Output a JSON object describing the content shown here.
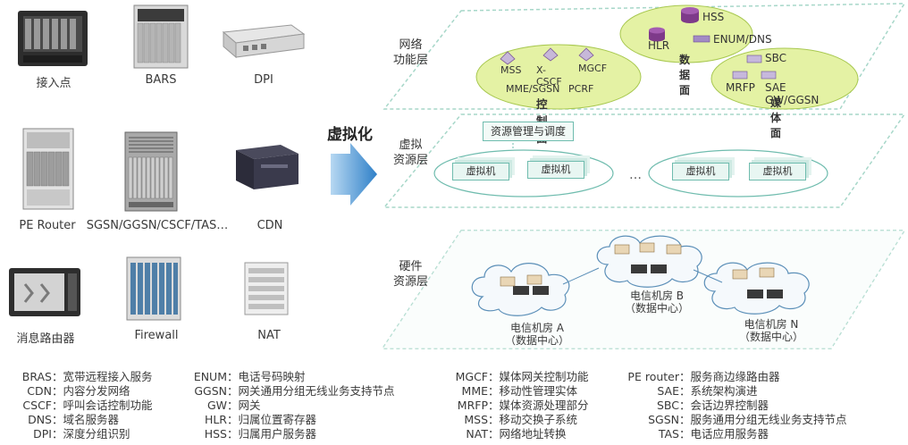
{
  "devices": [
    {
      "label": "接入点",
      "icon": "access-point-server"
    },
    {
      "label": "BARS",
      "icon": "bars-chassis"
    },
    {
      "label": "DPI",
      "icon": "dpi-appliance"
    },
    {
      "label": "PE Router",
      "icon": "router-chassis"
    },
    {
      "label": "SGSN/GGSN/CSCF/TAS…",
      "icon": "telecom-rack"
    },
    {
      "label": "CDN",
      "icon": "cdn-server"
    },
    {
      "label": "消息路由器",
      "icon": "message-router"
    },
    {
      "label": "Firewall",
      "icon": "firewall-rack"
    },
    {
      "label": "NAT",
      "icon": "nat-appliance"
    }
  ],
  "virtualization": {
    "label": "虚拟化"
  },
  "layers": {
    "network": {
      "label": "网络\n功能层",
      "control_plane": {
        "title": "控制面",
        "items": [
          "MSS",
          "X-CSCF",
          "MGCF",
          "MME/SGSN",
          "PCRF"
        ]
      },
      "data_plane": {
        "title": "数据面",
        "items": [
          "HSS",
          "HLR",
          "ENUM/DNS"
        ]
      },
      "media_plane": {
        "title": "媒体面",
        "items": [
          "SBC",
          "MRFP",
          "SAE GW/GGSN"
        ]
      }
    },
    "virtual": {
      "label": "虚拟\n资源层",
      "resource_mgmt": "资源管理与调度",
      "vm_label": "虚拟机",
      "ellipsis": "…"
    },
    "hardware": {
      "label": "硬件\n资源层",
      "rooms": [
        {
          "name": "电信机房 A",
          "sub": "（数据中心）"
        },
        {
          "name": "电信机房 B",
          "sub": "（数据中心）"
        },
        {
          "name": "电信机房 N",
          "sub": "（数据中心）"
        }
      ]
    }
  },
  "glossary": [
    [
      {
        "abbr": "BRAS",
        "desc": "宽带远程接入服务"
      },
      {
        "abbr": "CDN",
        "desc": "内容分发网络"
      },
      {
        "abbr": "CSCF",
        "desc": "呼叫会话控制功能"
      },
      {
        "abbr": "DNS",
        "desc": "域名服务器"
      },
      {
        "abbr": "DPI",
        "desc": "深度分组识别"
      }
    ],
    [
      {
        "abbr": "ENUM",
        "desc": "电话号码映射"
      },
      {
        "abbr": "GGSN",
        "desc": "网关通用分组无线业务支持节点"
      },
      {
        "abbr": "GW",
        "desc": "网关"
      },
      {
        "abbr": "HLR",
        "desc": "归属位置寄存器"
      },
      {
        "abbr": "HSS",
        "desc": "归属用户服务器"
      }
    ],
    [
      {
        "abbr": "MGCF",
        "desc": "媒体网关控制功能"
      },
      {
        "abbr": "MME",
        "desc": "移动性管理实体"
      },
      {
        "abbr": "MRFP",
        "desc": "媒体资源处理部分"
      },
      {
        "abbr": "MSS",
        "desc": "移动交换子系统"
      },
      {
        "abbr": "NAT",
        "desc": "网络地址转换"
      }
    ],
    [
      {
        "abbr": "PE router",
        "desc": "服务商边缘路由器"
      },
      {
        "abbr": "SAE",
        "desc": "系统架构演进"
      },
      {
        "abbr": "SBC",
        "desc": "会话边界控制器"
      },
      {
        "abbr": "SGSN",
        "desc": "服务通用分组无线业务支持节点"
      },
      {
        "abbr": "TAS",
        "desc": "电话应用服务器"
      }
    ]
  ],
  "colors": {
    "ellipse_fill": "#e4f2a4",
    "ellipse_stroke": "#a8c850",
    "teal": "#5fb3a3",
    "arrow": "#3f8fd0",
    "cylinder": "#7e3a8a"
  }
}
